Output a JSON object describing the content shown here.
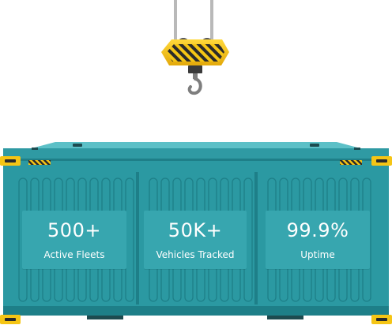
{
  "stats": [
    {
      "value": "500+",
      "label": "Active Fleets"
    },
    {
      "value": "50K+",
      "label": "Vehicles Tracked"
    },
    {
      "value": "99.9%",
      "label": "Uptime"
    }
  ],
  "colors": {
    "container": "#2b99a2",
    "container_dark": "#1e7f88",
    "container_top": "#5cc0c7",
    "panel": "#37a6af",
    "crane_yellow": "#f5c515",
    "hazard_black": "#2a2a2a",
    "cable": "#b9b9b9",
    "hook": "#7e7e7e"
  },
  "icons": {
    "crane": "crane-hook-icon",
    "container": "shipping-container-icon"
  }
}
